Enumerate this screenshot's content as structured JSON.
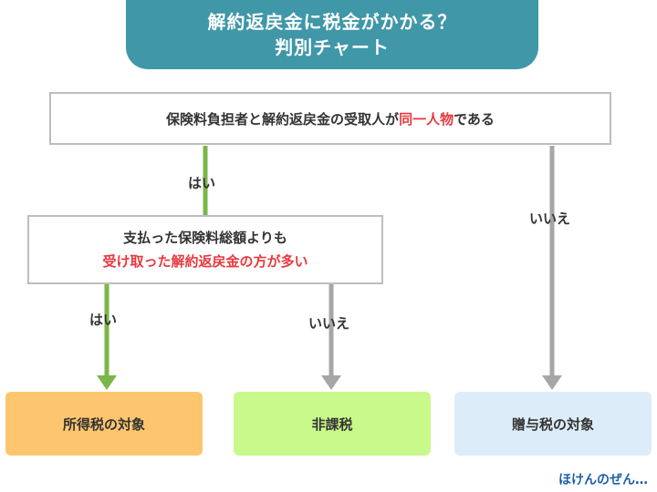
{
  "title": {
    "line1": "解約返戻金に税金がかかる？",
    "line2": "判別チャート"
  },
  "question1": {
    "text_before": "保険料負担者と解約返戻金の受取人が",
    "text_highlight": "同一人物",
    "text_after": "である"
  },
  "question2": {
    "line1": "支払った保険料総額よりも",
    "line2": "受け取った解約返戻金の方が多い"
  },
  "labels": {
    "yes1": "はい",
    "no1": "いいえ",
    "yes2": "はい",
    "no2": "いいえ"
  },
  "results": {
    "income_tax": "所得税の対象",
    "tax_free": "非課税",
    "gift_tax": "贈与税の対象"
  },
  "brand": "ほけんのぜん…",
  "colors": {
    "title_bg": "#3f97a8",
    "yes_arrow": "#7ab648",
    "no_arrow": "#a6a6a6",
    "highlight": "#e8383d",
    "income_tax_bg": "#fdc66e",
    "tax_free_bg": "#c9f98a",
    "gift_tax_bg": "#dcedf9"
  }
}
